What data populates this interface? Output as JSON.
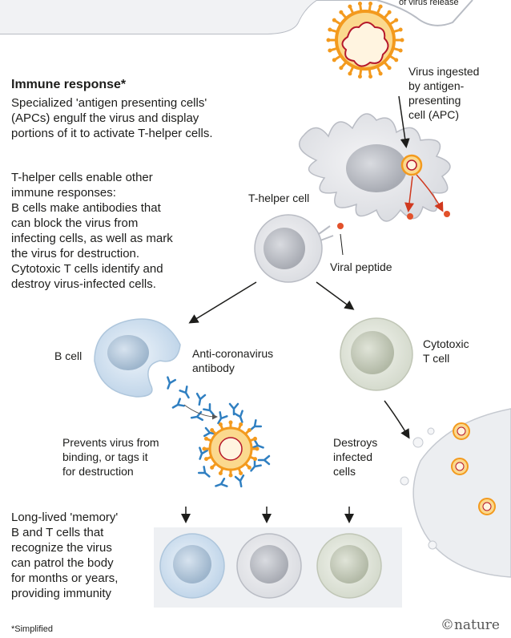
{
  "top_label_fragment": "of virus release",
  "immune": {
    "heading": "Immune response*",
    "intro_lines": [
      "Specialized 'antigen presenting cells'",
      "(APCs) engulf the virus and display",
      "portions of it to activate T-helper cells."
    ],
    "helper_lines": [
      "T-helper cells enable other",
      "immune responses:",
      "B cells make antibodies that",
      "can block the virus from",
      "infecting cells, as well as mark",
      "the virus for destruction.",
      "Cytotoxic T cells identify and",
      "destroy virus-infected cells."
    ]
  },
  "labels": {
    "virus_ingested": [
      "Virus ingested",
      "by antigen-",
      "presenting",
      "cell (APC)"
    ],
    "t_helper": "T-helper cell",
    "viral_peptide": "Viral peptide",
    "b_cell": "B cell",
    "antibody": [
      "Anti-coronavirus",
      "antibody"
    ],
    "cytotoxic": [
      "Cytotoxic",
      "T cell"
    ],
    "prevents": [
      "Prevents virus from",
      "binding, or tags it",
      "for destruction"
    ],
    "destroys": [
      "Destroys",
      "infected",
      "cells"
    ],
    "memory": [
      "Long-lived 'memory'",
      "B and T cells that",
      "recognize the virus",
      "can patrol the body",
      "for months or years,",
      "providing immunity"
    ]
  },
  "footnote": "*Simplified",
  "logo": "©nature",
  "colors": {
    "virus_orange": "#f39a1e",
    "virus_core": "#b5172b",
    "b_cell_blue": "#cfe0ef",
    "t_cell_green": "#e3e7de",
    "antibody_blue": "#2f7fc1",
    "arrow_red": "#d0391f"
  }
}
